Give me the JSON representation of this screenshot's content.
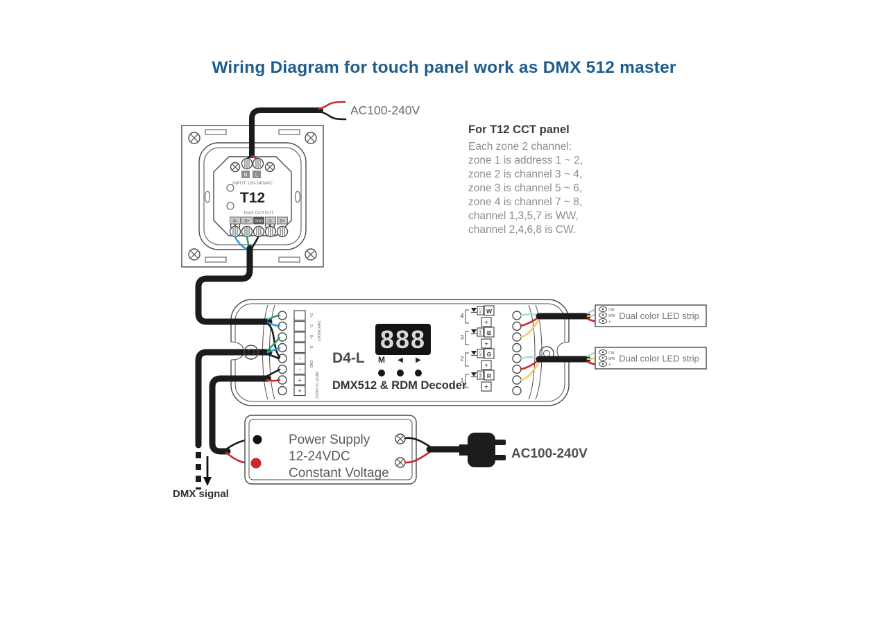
{
  "title": "Wiring Diagram for touch panel work as DMX 512 master",
  "labels": {
    "ac_top": "AC100-240V",
    "ac_bottom": "AC100-240V",
    "dmx_signal": "DMX signal"
  },
  "panel": {
    "model": "T12",
    "input_terminals": [
      "N",
      "L"
    ],
    "input_label": "INPUT 100-240VAC",
    "output_label": "DMX OUTPUT",
    "output_terminals": [
      "D-",
      "D+",
      "GND",
      "D-",
      "D+"
    ]
  },
  "note": {
    "heading": "For T12 CCT panel",
    "lines": [
      "Each zone 2 channel:",
      "zone 1 is address 1 ~ 2,",
      "zone 2 is channel 3 ~ 4,",
      "zone 3 is channel 5 ~ 6,",
      "zone 4 is channel 7 ~ 8,",
      "channel 1,3,5,7 is WW,",
      "channel 2,4,6,8 is CW."
    ]
  },
  "decoder": {
    "model": "D4-L",
    "name": "DMX512 & RDM Decoder",
    "display": "888",
    "buttons": [
      "M",
      "◀",
      "▶"
    ],
    "left_terminals": [
      "D+",
      "D-",
      "D+",
      "D-"
    ],
    "left_group_label": "DMX IN/OUT",
    "gnd_label": "GND",
    "power_label": "INPUT 12-24VDC",
    "minus": "-",
    "plus": "+",
    "channels": [
      {
        "num": "4",
        "type": "CW",
        "letter": "W"
      },
      {
        "num": "3",
        "type": "WW",
        "letter": "B"
      },
      {
        "num": "2",
        "type": "CW",
        "letter": "G"
      },
      {
        "num": "1",
        "type": "WW",
        "letter": "R"
      }
    ]
  },
  "power_supply": {
    "lines": [
      "Power Supply",
      "12-24VDC",
      "Constant Voltage"
    ]
  },
  "led_strip": {
    "label": "Dual color LED strip",
    "pads": [
      "CW",
      "WW",
      "+"
    ]
  },
  "colors": {
    "title": "#1e5d8f",
    "wire_red": "#c9282d",
    "wire_green": "#2ca05a",
    "wire_blue": "#2f9cd6",
    "wire_light_blue": "#a9d7ec",
    "wire_yellow": "#f0c96a",
    "cable_black": "#1b1b1b"
  }
}
